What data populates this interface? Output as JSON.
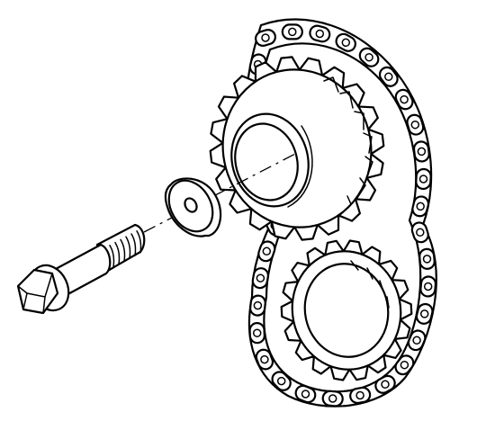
{
  "figure": {
    "kind": "exploded-assembly-line-art",
    "ink_color": "#000000",
    "paper_color": "#ffffff",
    "parts": [
      {
        "id": "timing-chain",
        "icon": "roller-chain"
      },
      {
        "id": "upper-sprocket",
        "icon": "gear-sprocket"
      },
      {
        "id": "lower-sprocket",
        "icon": "gear-sprocket"
      },
      {
        "id": "washer",
        "icon": "flat-washer"
      },
      {
        "id": "bolt",
        "icon": "hex-flange-bolt"
      }
    ],
    "upper_sprocket_teeth": 20,
    "lower_sprocket_teeth": 18,
    "chain_links": 34
  }
}
